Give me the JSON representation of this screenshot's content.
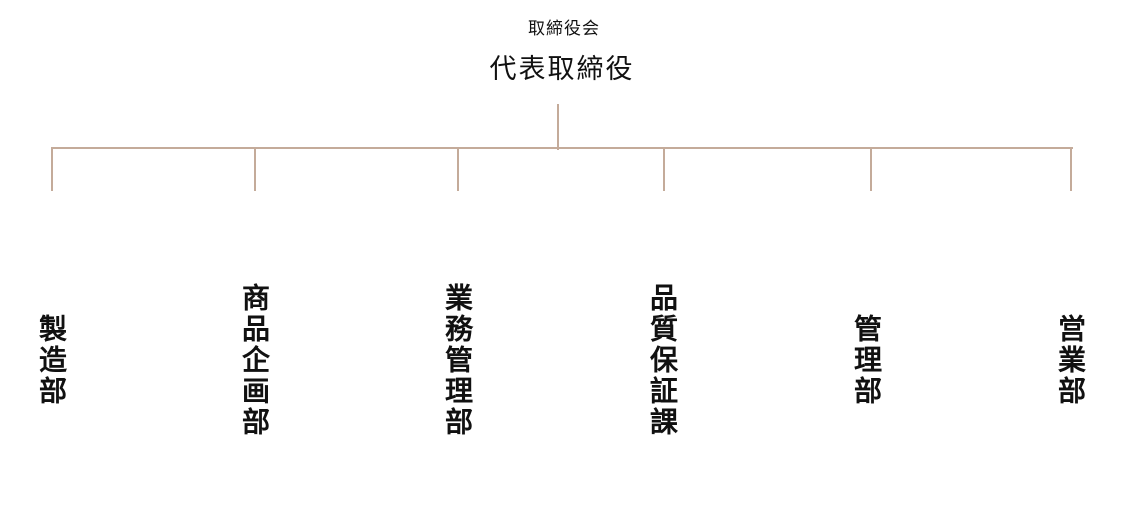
{
  "org_chart": {
    "board": "取締役会",
    "head": "代表取締役",
    "line_color": "#c4ab9a",
    "departments": [
      {
        "label": "製造部",
        "chars": [
          "製",
          "造",
          "部"
        ]
      },
      {
        "label": "商品企画部",
        "chars": [
          "商",
          "品",
          "企",
          "画",
          "部"
        ]
      },
      {
        "label": "業務管理部",
        "chars": [
          "業",
          "務",
          "管",
          "理",
          "部"
        ]
      },
      {
        "label": "品質保証課",
        "chars": [
          "品",
          "質",
          "保",
          "証",
          "課"
        ]
      },
      {
        "label": "管理部",
        "chars": [
          "管",
          "理",
          "部"
        ]
      },
      {
        "label": "営業部",
        "chars": [
          "営",
          "業",
          "部"
        ]
      }
    ]
  }
}
